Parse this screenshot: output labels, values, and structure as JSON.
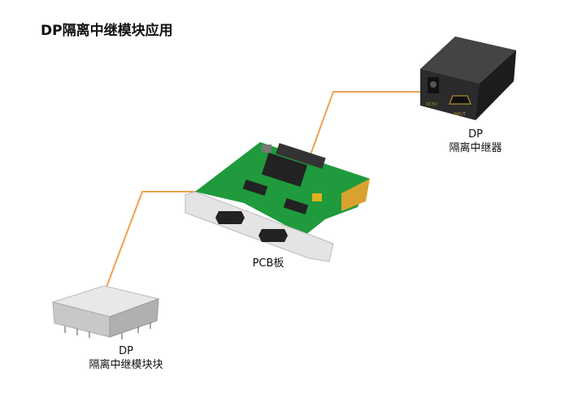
{
  "title": "DP隔离中继模块应用",
  "repeater": {
    "line1": "DP",
    "line2": "隔离中继器",
    "port_labels": [
      "DC5V",
      "INPUT"
    ]
  },
  "pcb": {
    "label": "PCB板"
  },
  "module": {
    "line1": "DP",
    "line2": "隔离中继模块块"
  },
  "colors": {
    "connector_line": "#f0a050",
    "pcb_green": "#1f9a3c",
    "box": "#2a2a2a"
  }
}
